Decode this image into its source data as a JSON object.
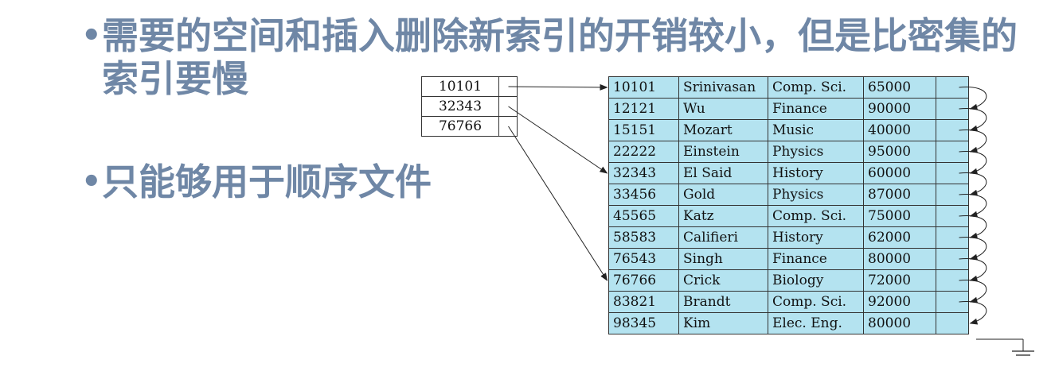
{
  "bullets": [
    {
      "text": "需要的空间和插入删除新索引的开销较小，但是比密集的索引要慢"
    },
    {
      "text": "只能够用于顺序文件"
    }
  ],
  "bullet_symbol": "•",
  "colors": {
    "bullet_text": "#6f87a6",
    "record_fill": "#b4e3f0",
    "accent": "#f2a8a8"
  },
  "index_entries": [
    {
      "key": "10101",
      "points_to_record": 0
    },
    {
      "key": "32343",
      "points_to_record": 4
    },
    {
      "key": "76766",
      "points_to_record": 9
    }
  ],
  "records": [
    {
      "id": "10101",
      "name": "Srinivasan",
      "dept": "Comp. Sci.",
      "salary": "65000"
    },
    {
      "id": "12121",
      "name": "Wu",
      "dept": "Finance",
      "salary": "90000"
    },
    {
      "id": "15151",
      "name": "Mozart",
      "dept": "Music",
      "salary": "40000"
    },
    {
      "id": "22222",
      "name": "Einstein",
      "dept": "Physics",
      "salary": "95000"
    },
    {
      "id": "32343",
      "name": "El Said",
      "dept": "History",
      "salary": "60000"
    },
    {
      "id": "33456",
      "name": "Gold",
      "dept": "Physics",
      "salary": "87000"
    },
    {
      "id": "45565",
      "name": "Katz",
      "dept": "Comp. Sci.",
      "salary": "75000"
    },
    {
      "id": "58583",
      "name": "Califieri",
      "dept": "History",
      "salary": "62000"
    },
    {
      "id": "76543",
      "name": "Singh",
      "dept": "Finance",
      "salary": "80000"
    },
    {
      "id": "76766",
      "name": "Crick",
      "dept": "Biology",
      "salary": "72000"
    },
    {
      "id": "83821",
      "name": "Brandt",
      "dept": "Comp. Sci.",
      "salary": "92000"
    },
    {
      "id": "98345",
      "name": "Kim",
      "dept": "Elec. Eng.",
      "salary": "80000"
    }
  ]
}
